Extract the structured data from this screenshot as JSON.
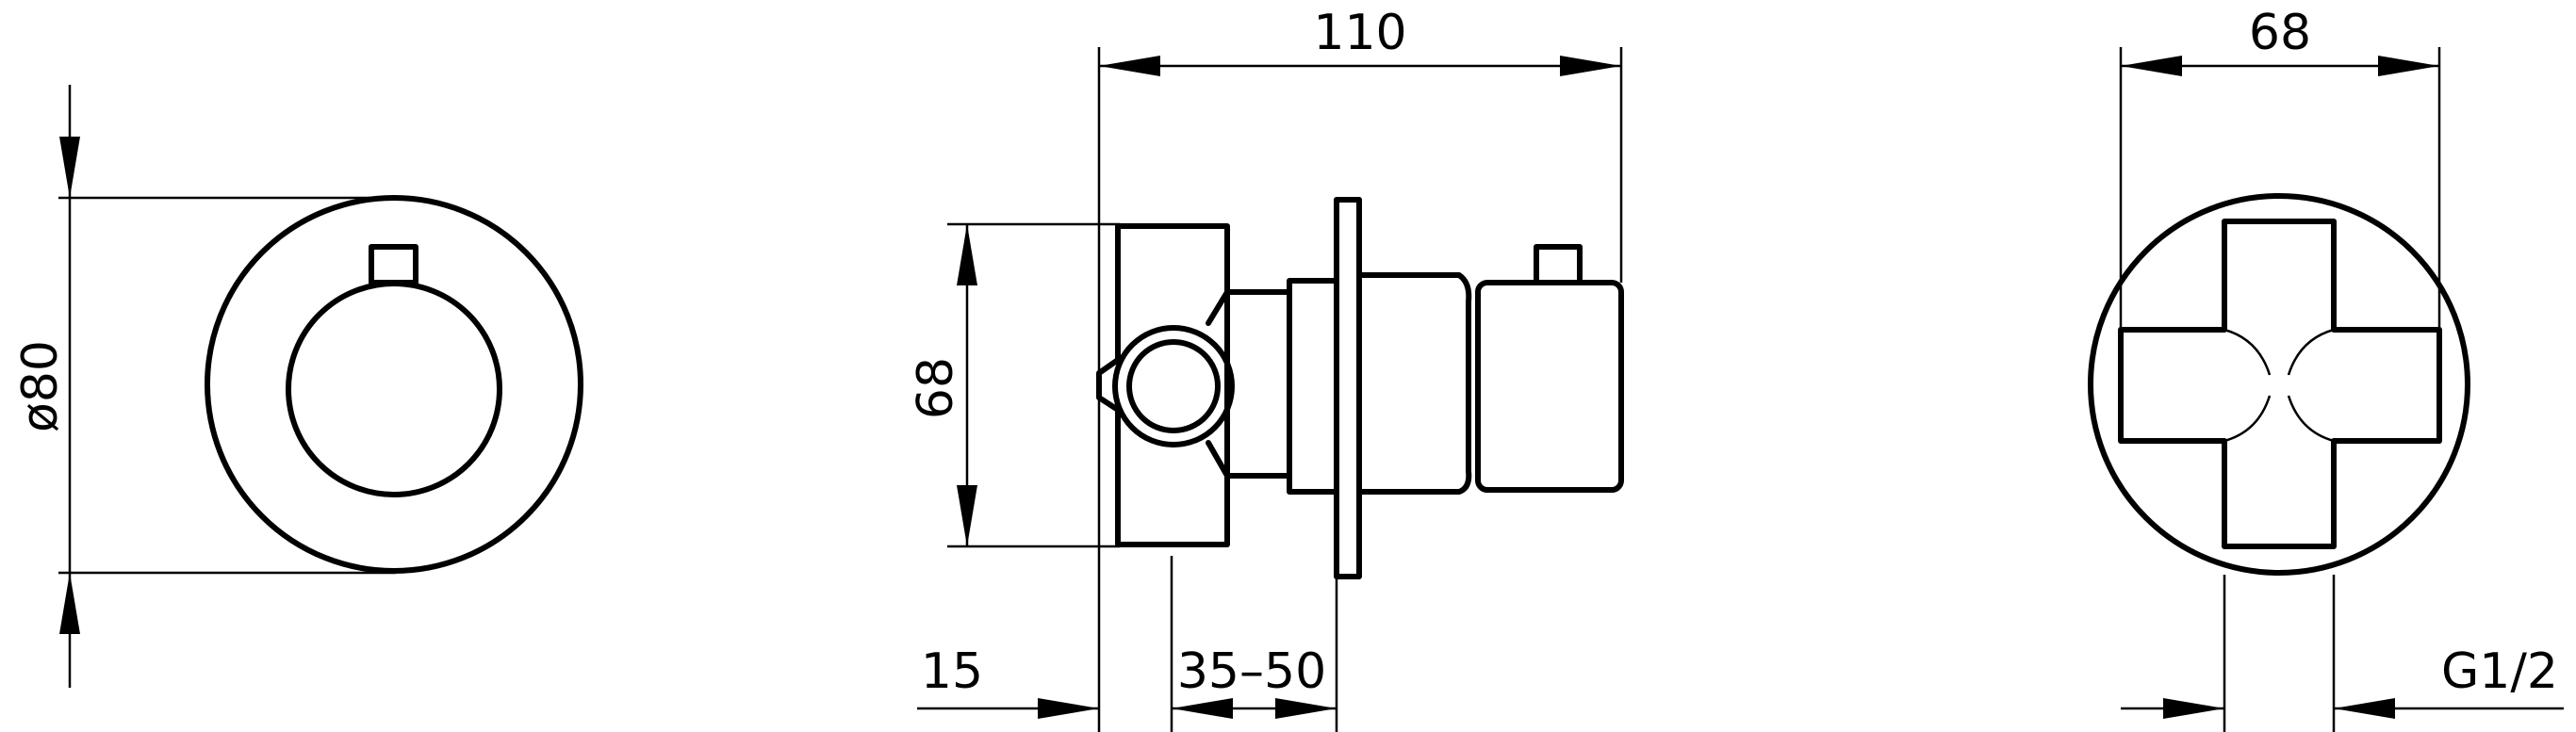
{
  "front_view": {
    "diameter_label": "ø80"
  },
  "side_view": {
    "length_label": "110",
    "height_label": "68",
    "depth_label": "15",
    "wall_range_label": "35–50"
  },
  "back_view": {
    "width_label": "68",
    "thread_label": "G1/2"
  }
}
